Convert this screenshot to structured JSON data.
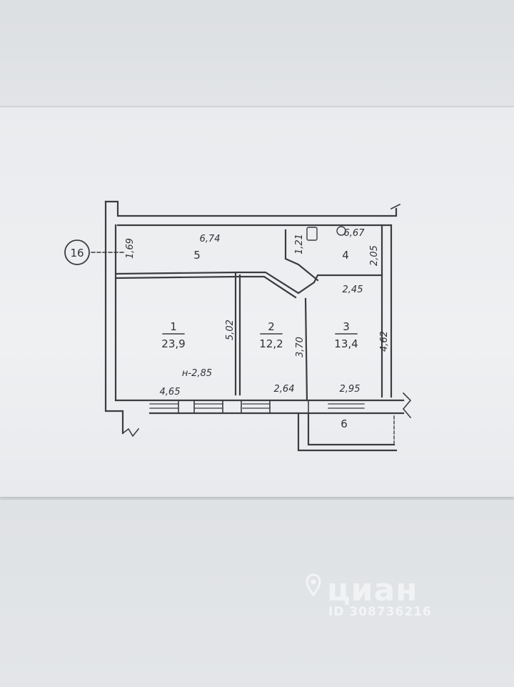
{
  "marker": "16",
  "rooms": [
    {
      "number": "1",
      "area": "23,9"
    },
    {
      "number": "2",
      "area": "12,2"
    },
    {
      "number": "3",
      "area": "13,4"
    },
    {
      "number": "4",
      "area": ""
    },
    {
      "number": "5",
      "area": ""
    },
    {
      "number": "6",
      "area": ""
    }
  ],
  "dimensions": {
    "corridor_length": "6,74",
    "corridor_width": "1,69",
    "bath_small": "1,21",
    "bath_length": "6,67",
    "bath_width": "2,05",
    "room3_width_top": "2,45",
    "room1_depth": "5,02",
    "room2_depth": "3,70",
    "room3_depth": "4,62",
    "room1_width": "4,65",
    "room2_width": "2,64",
    "room3_width": "2,95",
    "ceiling_height": "н-2,85"
  },
  "watermark": {
    "brand": "циан",
    "id": "ID 308736216"
  },
  "colors": {
    "line": "#3a3c40",
    "paper": "#eceef0"
  }
}
